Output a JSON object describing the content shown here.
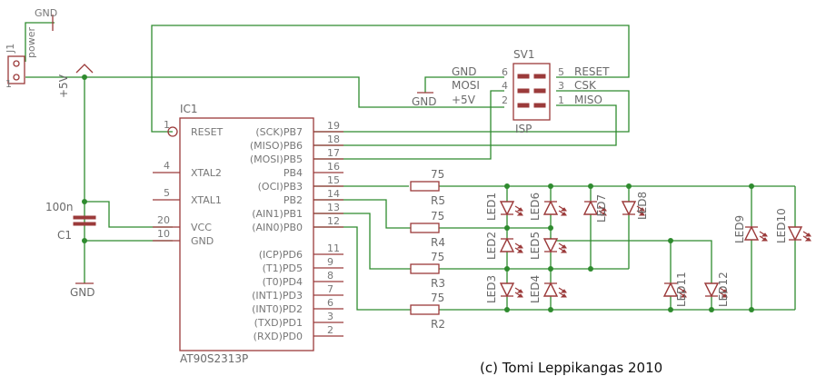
{
  "connector": {
    "ref": "J1",
    "value": "power",
    "pin1": "1"
  },
  "rails": {
    "gnd": "GND",
    "vcc": "+5V"
  },
  "capacitor": {
    "ref": "C1",
    "value": "100n"
  },
  "mcu": {
    "ref": "IC1",
    "value": "AT90S2313P",
    "left_pins": [
      {
        "num": "1",
        "name": "RESET"
      },
      {
        "num": "4",
        "name": "XTAL2"
      },
      {
        "num": "5",
        "name": "XTAL1"
      },
      {
        "num": "20",
        "name": "VCC"
      },
      {
        "num": "10",
        "name": "GND"
      }
    ],
    "right_pins": [
      {
        "num": "19",
        "name": "(SCK)PB7"
      },
      {
        "num": "18",
        "name": "(MISO)PB6"
      },
      {
        "num": "17",
        "name": "(MOSI)PB5"
      },
      {
        "num": "16",
        "name": "PB4"
      },
      {
        "num": "15",
        "name": "(OCI)PB3"
      },
      {
        "num": "14",
        "name": "PB2"
      },
      {
        "num": "13",
        "name": "(AIN1)PB1"
      },
      {
        "num": "12",
        "name": "(AIN0)PB0"
      },
      {
        "num": "11",
        "name": "(ICP)PD6"
      },
      {
        "num": "9",
        "name": "(T1)PD5"
      },
      {
        "num": "8",
        "name": "(T0)PD4"
      },
      {
        "num": "7",
        "name": "(INT1)PD3"
      },
      {
        "num": "6",
        "name": "(INT0)PD2"
      },
      {
        "num": "3",
        "name": "(TXD)PD1"
      },
      {
        "num": "2",
        "name": "(RXD)PD0"
      }
    ]
  },
  "isp": {
    "ref": "SV1",
    "label": "ISP",
    "left": [
      {
        "name": "GND",
        "num": "6"
      },
      {
        "name": "MOSI",
        "num": "4"
      },
      {
        "name": "+5V",
        "num": "2"
      }
    ],
    "right": [
      {
        "num": "5",
        "name": "RESET"
      },
      {
        "num": "3",
        "name": "CSK"
      },
      {
        "num": "1",
        "name": "MISO"
      }
    ]
  },
  "resistors": [
    {
      "ref": "R5",
      "value": "75"
    },
    {
      "ref": "R4",
      "value": "75"
    },
    {
      "ref": "R3",
      "value": "75"
    },
    {
      "ref": "R2",
      "value": "75"
    }
  ],
  "leds": [
    "LED1",
    "LED2",
    "LED3",
    "LED4",
    "LED5",
    "LED6",
    "LED7",
    "LED8",
    "LED9",
    "LED10",
    "LED11",
    "LED12"
  ],
  "copyright": "(c) Tomi Leppikangas 2010"
}
